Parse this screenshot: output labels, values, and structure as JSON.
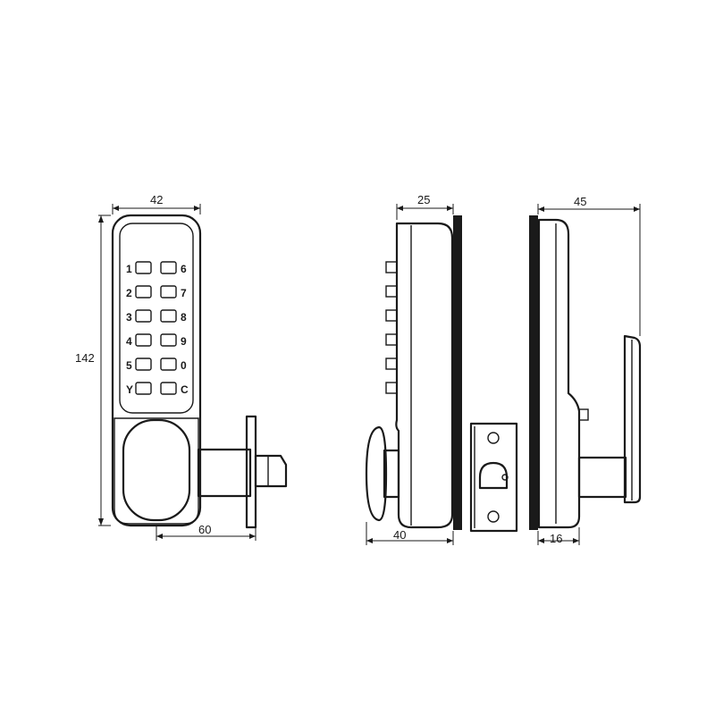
{
  "views": {
    "front": {
      "width_label": "42",
      "height_label": "142",
      "backset_label": "60",
      "keypad": {
        "left": [
          "1",
          "2",
          "3",
          "4",
          "5",
          "Y"
        ],
        "right": [
          "6",
          "7",
          "8",
          "9",
          "0",
          "C"
        ]
      }
    },
    "side_outer": {
      "depth_label": "25",
      "total_depth_label": "40"
    },
    "side_inner": {
      "depth_label": "45",
      "lever_label": "16"
    }
  },
  "colors": {
    "line": "#1a1a1a",
    "background": "#ffffff"
  }
}
